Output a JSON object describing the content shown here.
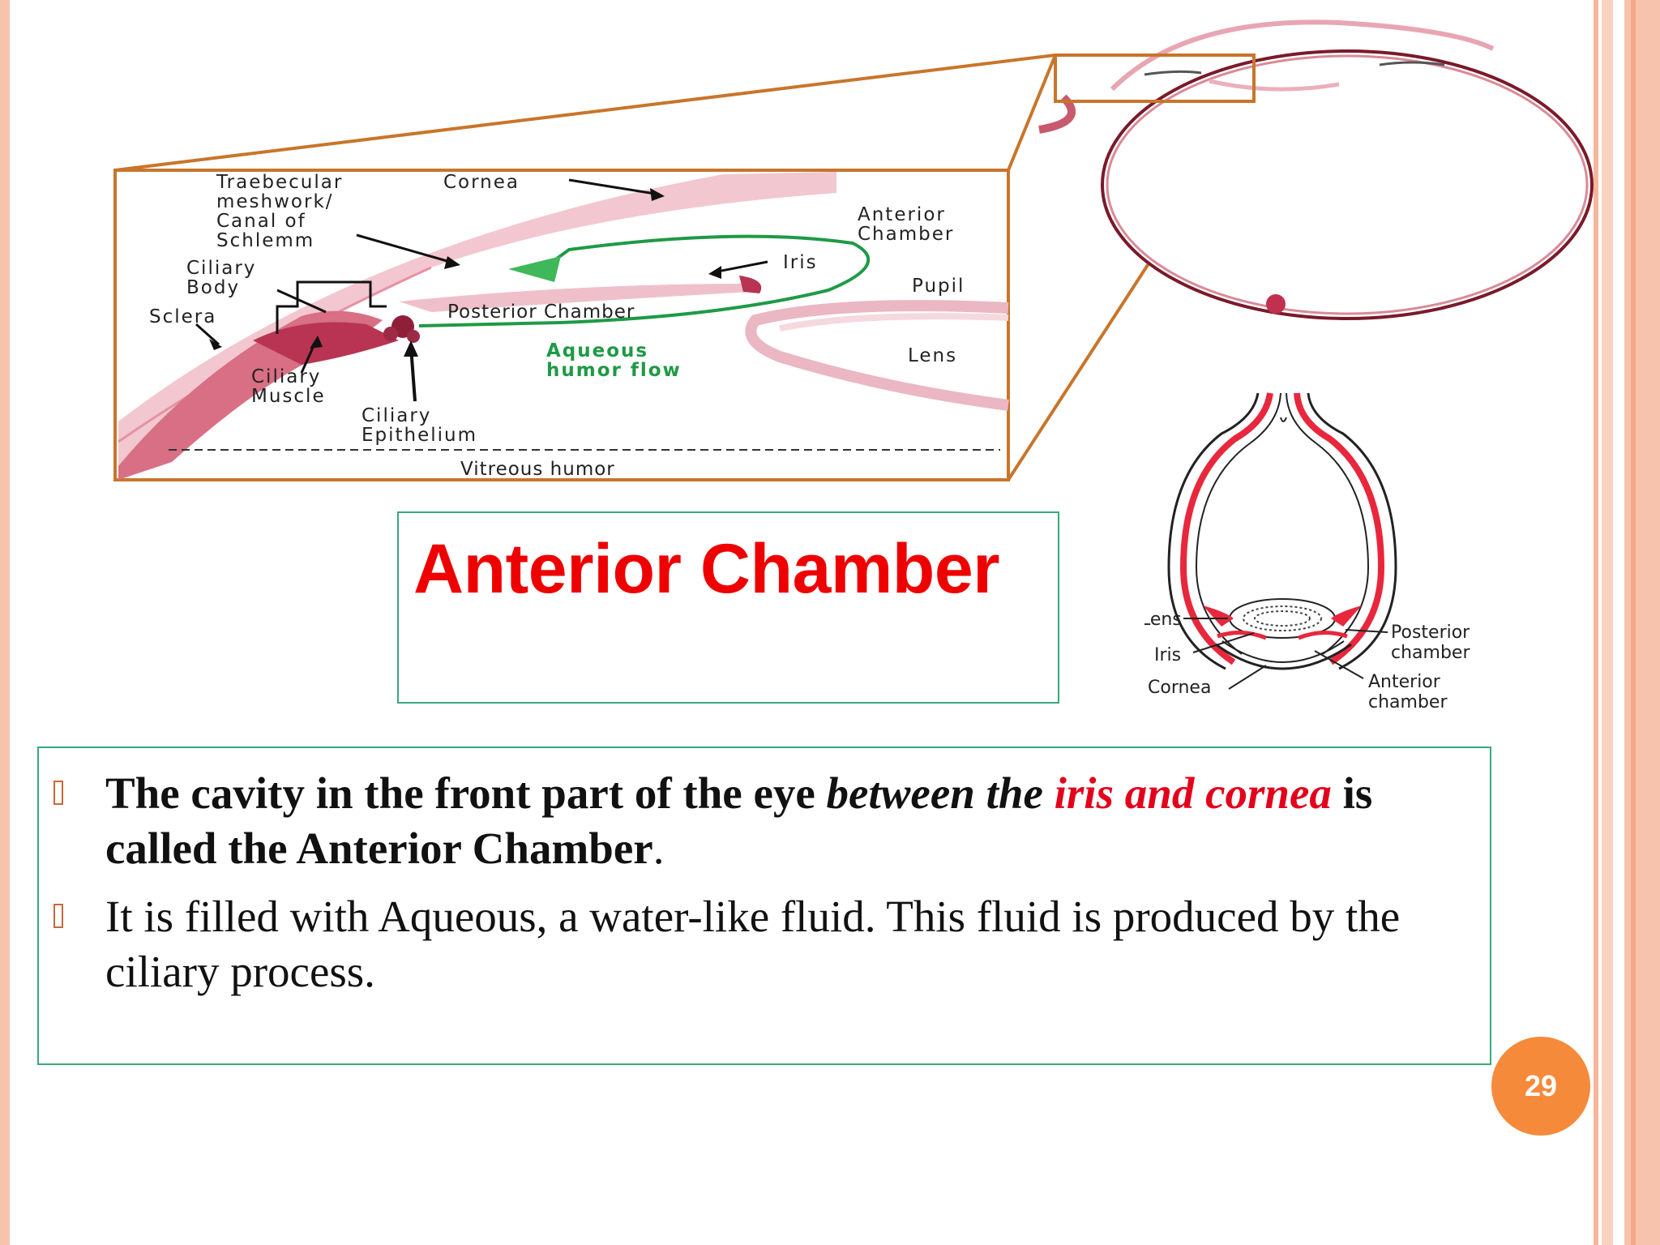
{
  "slide": {
    "title": "Anterior Chamber",
    "page_number": "29",
    "bullets": [
      {
        "parts": [
          {
            "text": "The cavity in the front part of the eye ",
            "style": "bold"
          },
          {
            "text": "between the ",
            "style": "bold-italic"
          },
          {
            "text": "iris and cornea",
            "style": "bold-italic-red"
          },
          {
            "text": " is called the Anterior Chamber",
            "style": "bold"
          },
          {
            "text": ".",
            "style": "normal"
          }
        ]
      },
      {
        "parts": [
          {
            "text": "It is filled with Aqueous, a water-like fluid. This fluid is produced by the ciliary process.",
            "style": "normal"
          }
        ]
      }
    ]
  },
  "histology_figure": {
    "labels": {
      "trabecular": [
        "Traebecular",
        "meshwork/",
        "Canal of",
        "Schlemm"
      ],
      "cornea": "Cornea",
      "anterior_chamber": [
        "Anterior",
        "Chamber"
      ],
      "iris": "Iris",
      "pupil": "Pupil",
      "ciliary_body": [
        "Ciliary",
        "Body"
      ],
      "sclera": "Sclera",
      "posterior_chamber": "Posterior Chamber",
      "aqueous_flow": [
        "Aqueous",
        "humor flow"
      ],
      "lens": "Lens",
      "ciliary_muscle": [
        "Ciliary",
        "Muscle"
      ],
      "ciliary_epithelium": [
        "Ciliary",
        "Epithelium"
      ],
      "vitreous": "Vitreous humor"
    }
  },
  "eye_diagram": {
    "labels": {
      "lens": "Lens",
      "iris": "Iris",
      "cornea": "Cornea",
      "posterior": [
        "Posterior",
        "chamber"
      ],
      "anterior": [
        "Anterior",
        "chamber"
      ]
    }
  },
  "colors": {
    "accent_red": "#e3001b",
    "box_border": "#3aa97a",
    "frame_orange": "#c8752b",
    "aqueous_green": "#1e9a46",
    "badge_orange": "#f58a3b",
    "side_peach": "#f7c3ad"
  }
}
